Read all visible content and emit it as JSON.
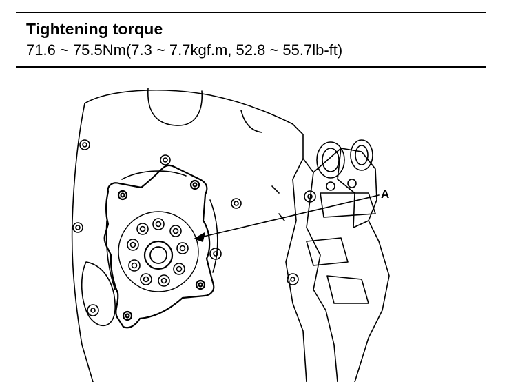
{
  "spec": {
    "title": "Tightening torque",
    "value": "71.6 ~ 75.5Nm(7.3 ~ 7.7kgf.m, 52.8 ~ 55.7lb-ft)"
  },
  "figure": {
    "callout_label": "A",
    "icon": "engine-flywheel-drive-plate-illustration"
  }
}
